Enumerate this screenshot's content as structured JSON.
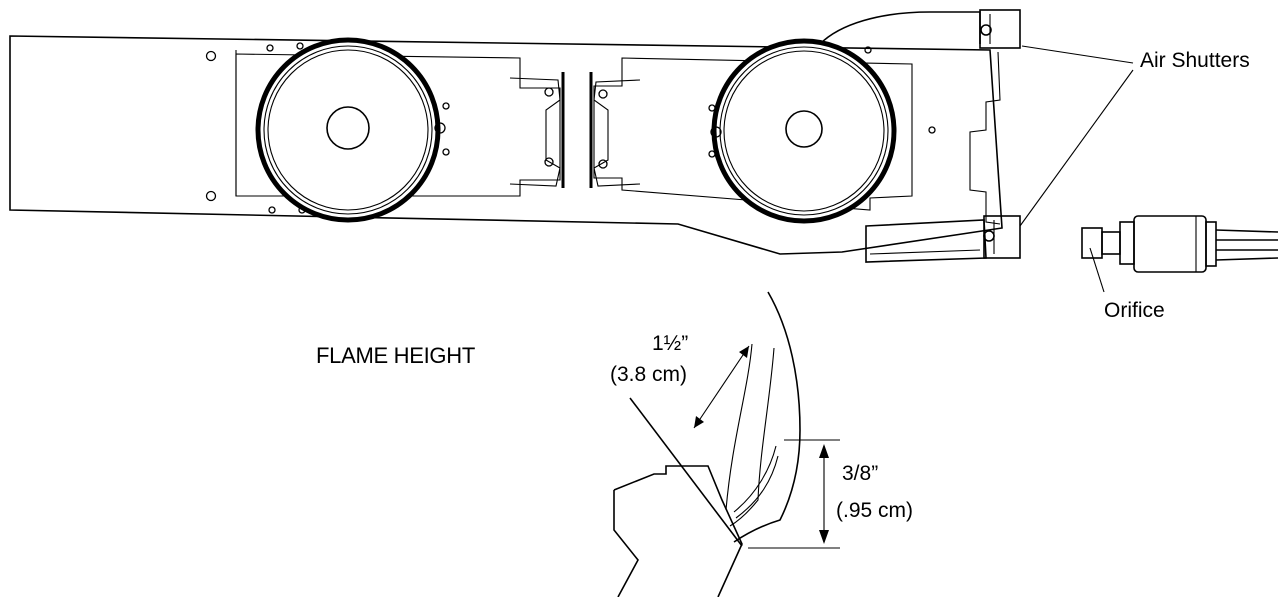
{
  "labels": {
    "air_shutters": "Air Shutters",
    "orifice": "Orifice",
    "flame_height_title": "FLAME  HEIGHT",
    "outer_dim_imperial": "1½”",
    "outer_dim_metric": "(3.8 cm)",
    "inner_dim_imperial": "3/8”",
    "inner_dim_metric": "(.95 cm)"
  },
  "colors": {
    "line": "#000000",
    "background": "#ffffff"
  }
}
